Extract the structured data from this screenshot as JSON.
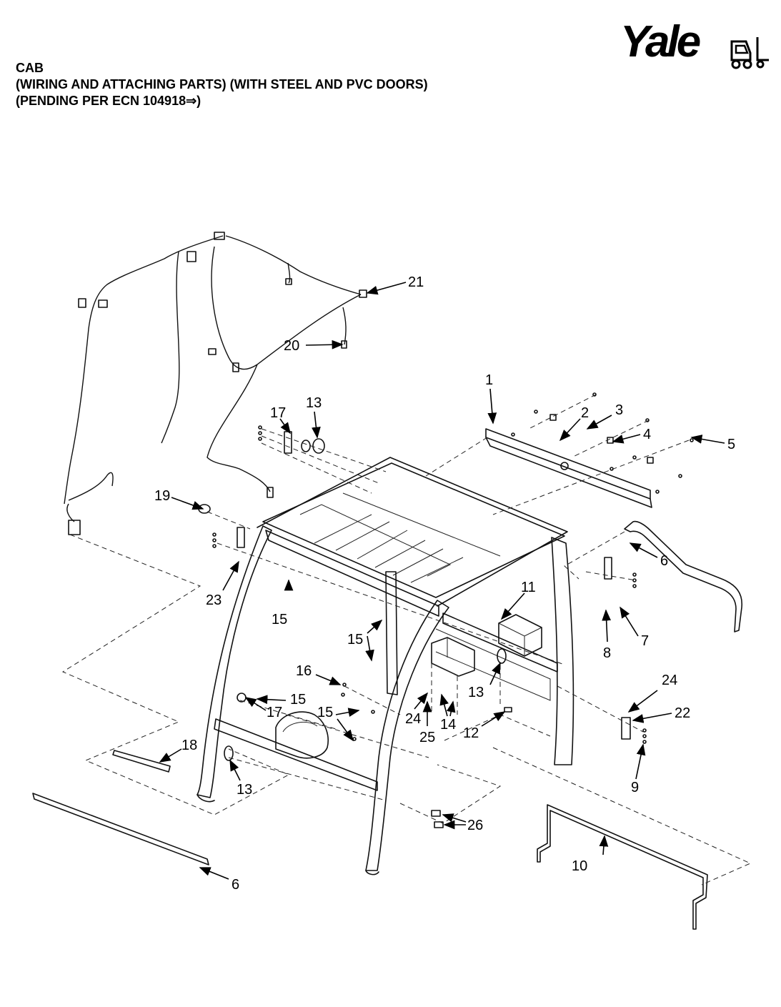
{
  "header": {
    "title_line1": "CAB",
    "title_line2": "(WIRING AND ATTACHING PARTS) (WITH STEEL AND PVC DOORS)",
    "title_line3": "(PENDING PER ECN 104918⇒)"
  },
  "logo": {
    "text": "Yale",
    "icon": "forklift-icon"
  },
  "callouts": [
    {
      "id": "c1",
      "label": "1"
    },
    {
      "id": "c2",
      "label": "2"
    },
    {
      "id": "c3",
      "label": "3"
    },
    {
      "id": "c4",
      "label": "4"
    },
    {
      "id": "c5",
      "label": "5"
    },
    {
      "id": "c6a",
      "label": "6"
    },
    {
      "id": "c6b",
      "label": "6"
    },
    {
      "id": "c7",
      "label": "7"
    },
    {
      "id": "c8",
      "label": "8"
    },
    {
      "id": "c9",
      "label": "9"
    },
    {
      "id": "c10",
      "label": "10"
    },
    {
      "id": "c11",
      "label": "11"
    },
    {
      "id": "c12",
      "label": "12"
    },
    {
      "id": "c13a",
      "label": "13"
    },
    {
      "id": "c13b",
      "label": "13"
    },
    {
      "id": "c13c",
      "label": "13"
    },
    {
      "id": "c14",
      "label": "14"
    },
    {
      "id": "c15a",
      "label": "15"
    },
    {
      "id": "c15b",
      "label": "15"
    },
    {
      "id": "c15c",
      "label": "15"
    },
    {
      "id": "c15d",
      "label": "15"
    },
    {
      "id": "c16",
      "label": "16"
    },
    {
      "id": "c17a",
      "label": "17"
    },
    {
      "id": "c17b",
      "label": "17"
    },
    {
      "id": "c18",
      "label": "18"
    },
    {
      "id": "c19",
      "label": "19"
    },
    {
      "id": "c20",
      "label": "20"
    },
    {
      "id": "c21",
      "label": "21"
    },
    {
      "id": "c22",
      "label": "22"
    },
    {
      "id": "c23",
      "label": "23"
    },
    {
      "id": "c24a",
      "label": "24"
    },
    {
      "id": "c24b",
      "label": "24"
    },
    {
      "id": "c25",
      "label": "25"
    },
    {
      "id": "c26",
      "label": "26"
    }
  ]
}
